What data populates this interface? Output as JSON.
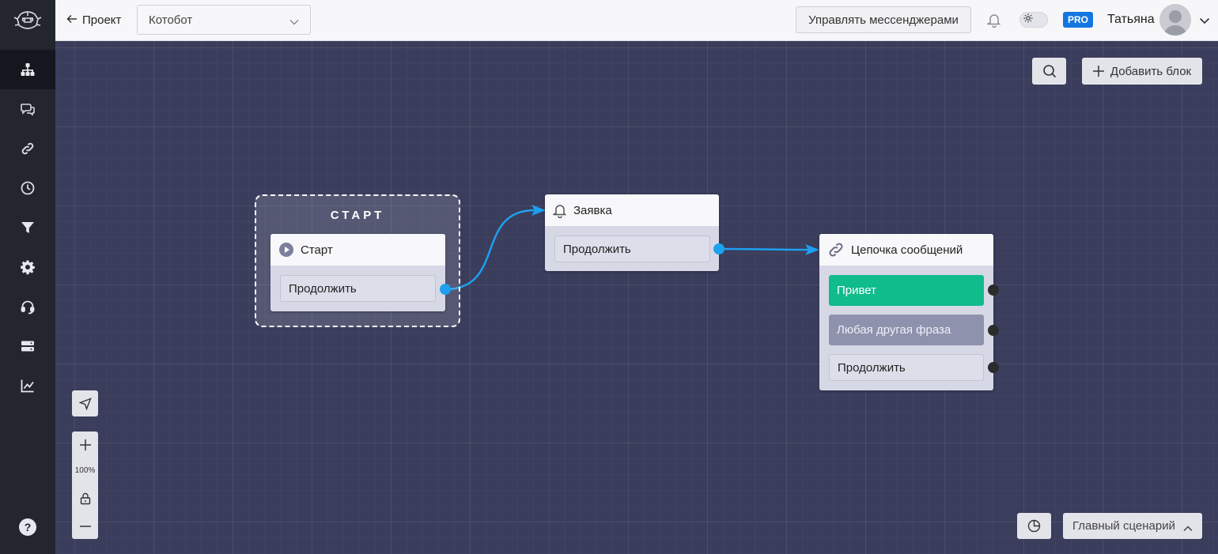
{
  "topbar": {
    "back_label": "Проект",
    "project_select_value": "Котобот",
    "manage_messengers_label": "Управлять мессенджерами",
    "pro_badge": "PRO",
    "user_name": "Татьяна"
  },
  "sidebar": {
    "items": [
      {
        "icon": "sitemap-icon",
        "active": true
      },
      {
        "icon": "chat-icon"
      },
      {
        "icon": "link-icon"
      },
      {
        "icon": "clock-icon"
      },
      {
        "icon": "filter-icon"
      },
      {
        "icon": "gear-icon"
      },
      {
        "icon": "headset-icon"
      },
      {
        "icon": "server-icon"
      },
      {
        "icon": "analytics-icon"
      }
    ],
    "help_label": "?"
  },
  "canvas": {
    "add_block_label": "Добавить блок",
    "zoom_level": "100%",
    "scenario_label": "Главный сценарий",
    "start_group": {
      "title": "СТАРТ",
      "node": {
        "title": "Старт",
        "button": "Продолжить"
      }
    },
    "request_node": {
      "title": "Заявка",
      "button": "Продолжить"
    },
    "chain_node": {
      "title": "Цепочка сообщений",
      "options": [
        "Привет",
        "Любая другая фраза",
        "Продолжить"
      ]
    }
  },
  "colors": {
    "canvas_bg": "#3a3d5c",
    "sidebar_bg": "#23252f",
    "link_blue": "#1ea0f0",
    "option_green": "#10bb8c",
    "option_gray": "#8f92ad",
    "pro_blue": "#1476e0"
  }
}
